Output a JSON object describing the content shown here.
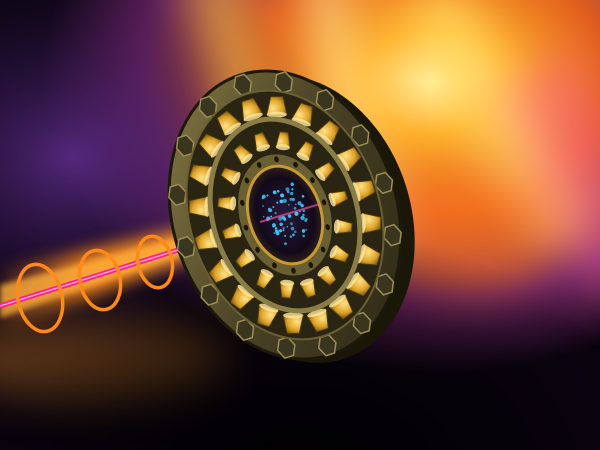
{
  "scene": {
    "colors": {
      "background_dark": "#0a0410",
      "haze_purple": "#4a1f6e",
      "glow_orange": "#ff9a1f",
      "glow_yellow": "#ffe36a",
      "glow_magenta": "#d62a86",
      "ring_metal": "#3c3720",
      "ring_metal_light": "#8a7d45",
      "gold_cone": "#e0a528",
      "gold_cone_light": "#ffe28a",
      "beam_core": "#ff1f8e",
      "beam_glow": "#ff8a1a",
      "particles": "#3fc8ff"
    },
    "objects": [
      "laser-beam",
      "beam-rings",
      "detector-wheel",
      "ion-cloud"
    ]
  }
}
